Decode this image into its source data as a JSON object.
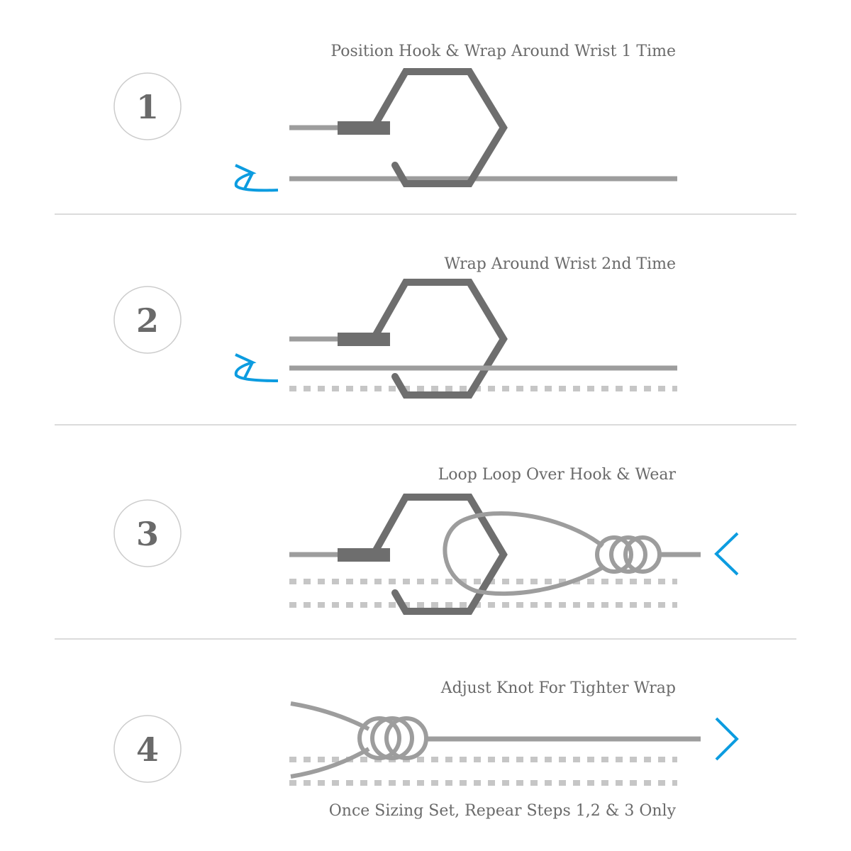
{
  "steps": [
    {
      "number": "1",
      "caption": "Position Hook & Wrap Around Wrist 1 Time"
    },
    {
      "number": "2",
      "caption": "Wrap Around Wrist 2nd Time"
    },
    {
      "number": "3",
      "caption": "Loop Loop Over Hook & Wear"
    },
    {
      "number": "4",
      "caption": "Adjust Knot For Tighter Wrap"
    }
  ],
  "footer_note": "Once Sizing Set, Repear Steps 1,2 & 3 Only",
  "colors": {
    "accent": "#0c9ce0",
    "hook": "#6e6e6e",
    "cord": "#9d9d9d",
    "dash": "#c6c6c6"
  }
}
